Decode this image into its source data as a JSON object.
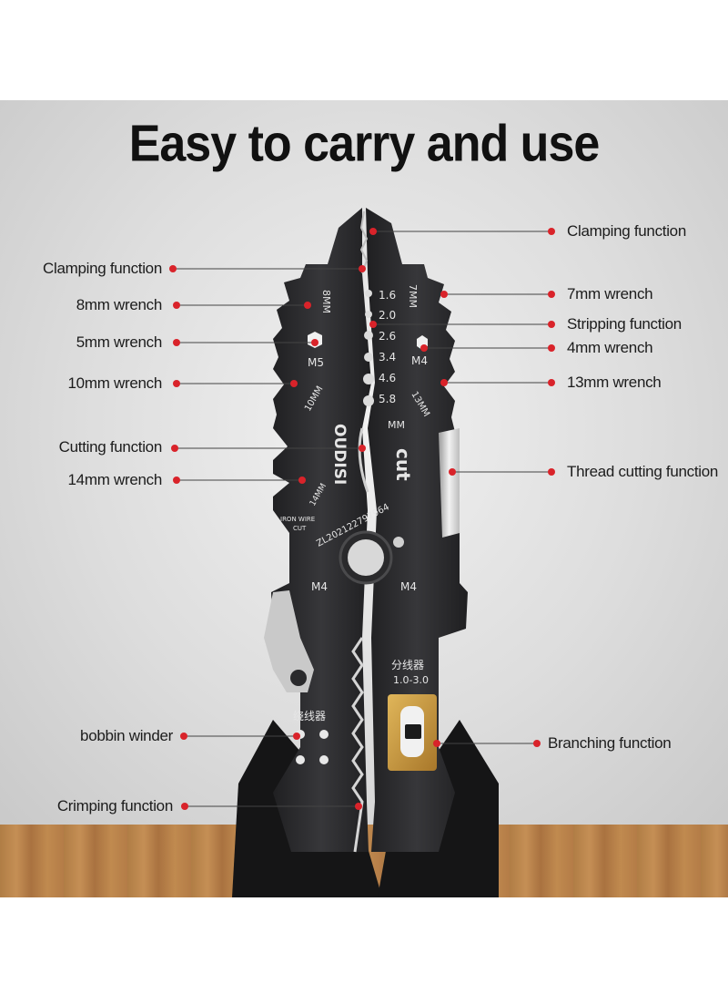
{
  "headline": "Easy to carry and use",
  "colors": {
    "tool_body": "#2b2b2d",
    "marker": "#d9232a",
    "brass": "#c99a3a",
    "wood": "#b47c47"
  },
  "callouts": {
    "left": [
      "Clamping function",
      "8mm wrench",
      "5mm wrench",
      "10mm wrench",
      "Cutting function",
      "14mm wrench",
      "bobbin winder",
      "Crimping function"
    ],
    "right": [
      "Clamping function",
      "7mm wrench",
      "Stripping function",
      "4mm wrench",
      "13mm wrench",
      "Thread cutting function",
      "Branching function"
    ]
  },
  "tool_markings": {
    "strip_sizes": [
      "1.6",
      "2.0",
      "2.6",
      "3.4",
      "4.6",
      "5.8"
    ],
    "size_unit": "MM",
    "wrench_8": "8MM",
    "wrench_7": "7MM",
    "wrench_10": "10MM",
    "wrench_13": "13MM",
    "wrench_14": "14MM",
    "hex_m5": "M5",
    "hex_m4": "M4",
    "brand": "OUDISI",
    "cut": "cut",
    "iron_wire": "IRON WIRE",
    "iron_wire_cut": "CUT",
    "serial": "ZL202122797964",
    "pivot_left": "M4",
    "pivot_right": "M4",
    "splitter_cn": "分线器",
    "splitter_range": "1.0-3.0",
    "winder_cn": "绕线器"
  }
}
